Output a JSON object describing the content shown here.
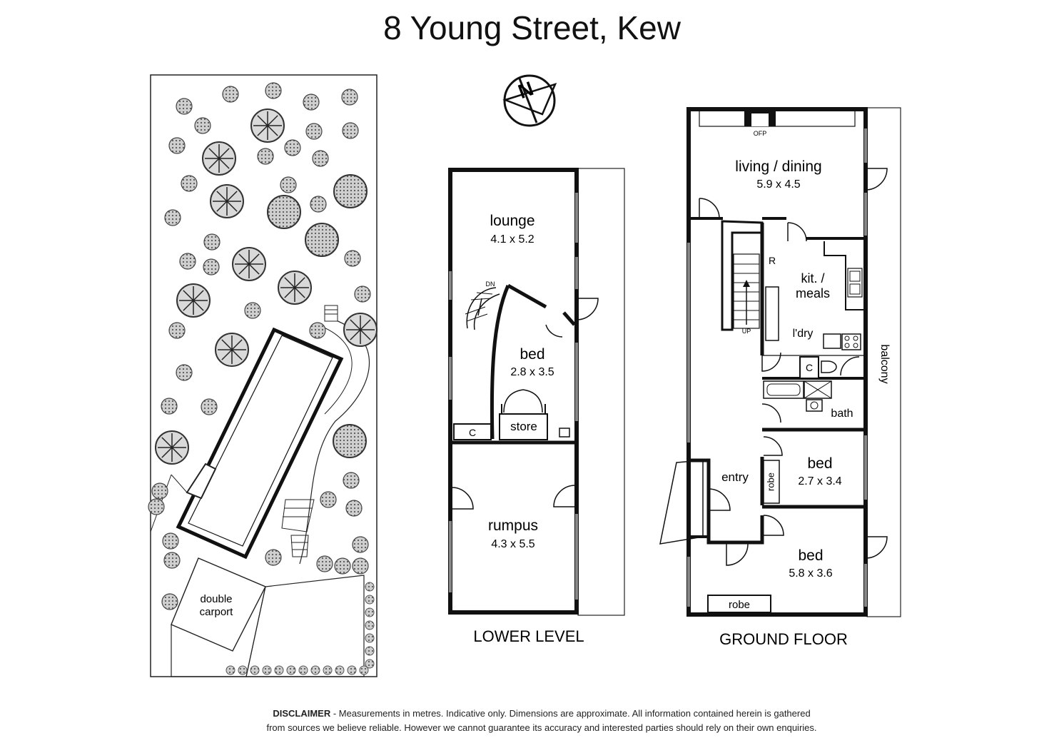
{
  "title": "8 Young Street, Kew",
  "site": {
    "carport": [
      "double",
      "carport"
    ]
  },
  "lower_level": {
    "heading": "LOWER LEVEL",
    "rooms": [
      {
        "name": "lounge",
        "dims": "4.1 x 5.2"
      },
      {
        "name": "bed",
        "dims": "2.8 x 3.5"
      },
      {
        "name": "rumpus",
        "dims": "4.3 x 5.5"
      }
    ],
    "labels": {
      "store": "store",
      "cupboard": "C",
      "stair": "DN"
    }
  },
  "ground_floor": {
    "heading": "GROUND FLOOR",
    "rooms": [
      {
        "name": "living / dining",
        "dims": "5.9 x 4.5"
      },
      {
        "name": "bed",
        "dims": "2.7 x 3.4"
      },
      {
        "name": "bed",
        "dims": "5.8 x 3.6"
      }
    ],
    "labels": {
      "ofp": "OFP",
      "kitchen": [
        "kit. /",
        "meals"
      ],
      "fridge": "R",
      "laundry": "l'dry",
      "cupboard": "C",
      "bath": "bath",
      "entry": "entry",
      "robe_side": "robe",
      "robe_bottom": "robe",
      "balcony": "balcony",
      "stair": "UP"
    }
  },
  "compass": {
    "letter": "N"
  },
  "disclaimer": {
    "bold": "DISCLAIMER",
    "line1": " - Measurements in metres. Indicative only. Dimensions are approximate. All information contained herein is gathered",
    "line2": "from sources we believe reliable. However we cannot guarantee its accuracy and interested parties should rely on their own enquiries."
  }
}
